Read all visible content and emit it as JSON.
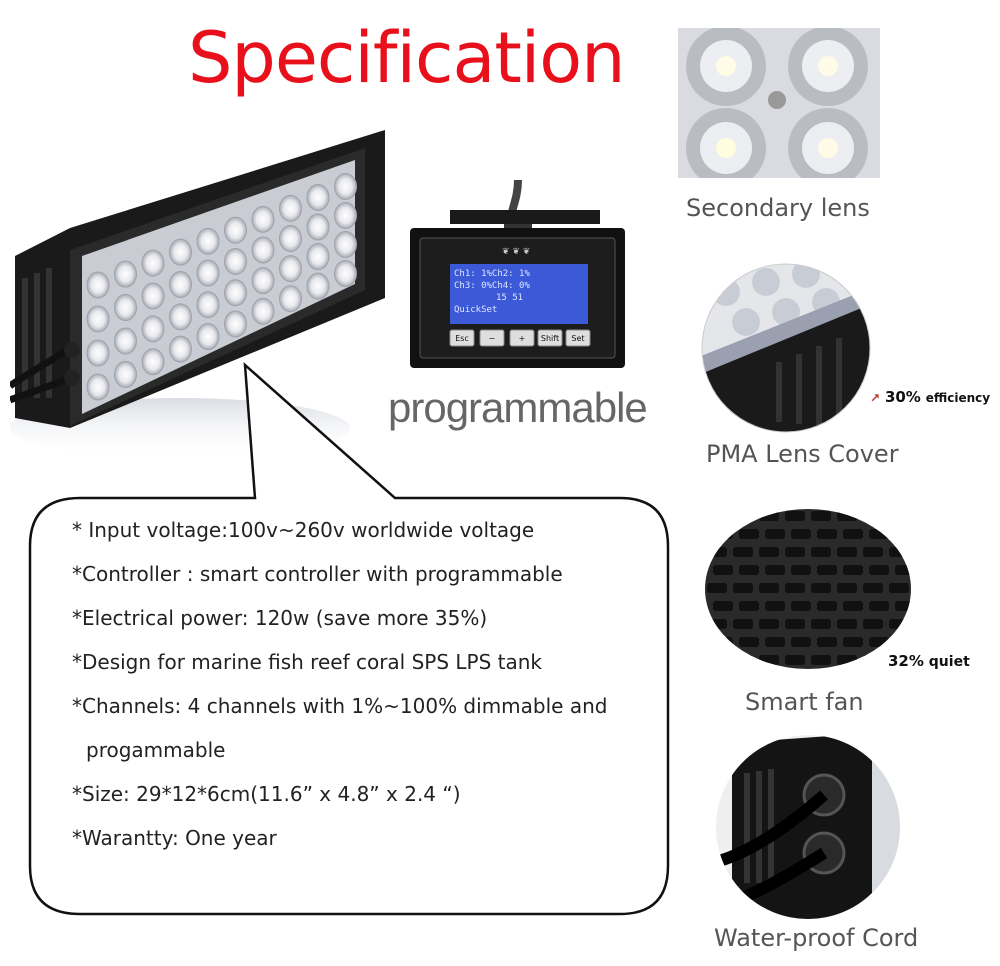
{
  "title": "Specification",
  "controller": {
    "label": "programmable",
    "screen_lines": [
      "Ch1:  1%Ch2:  1%",
      "Ch3:  0%Ch4:  0%",
      "15 51",
      "QuickSet"
    ],
    "buttons": [
      "Esc",
      "−",
      "+",
      "Shift",
      "Set"
    ]
  },
  "features": [
    {
      "label": "Secondary lens",
      "badge": ""
    },
    {
      "label": "PMA Lens Cover",
      "badge": "30% efficiency"
    },
    {
      "label": "Smart fan",
      "badge": "32% quiet"
    },
    {
      "label": "Water-proof Cord",
      "badge": ""
    }
  ],
  "badges": {
    "efficiency_pct": "30%",
    "efficiency_word": "efficiency",
    "quiet_pct": "32%",
    "quiet_word": "quiet"
  },
  "specs": [
    "* Input voltage:100v~260v worldwide voltage",
    "*Controller : smart controller with programmable",
    "*Electrical power: 120w (save more 35%)",
    "*Design for marine fish reef coral SPS LPS tank",
    "*Channels: 4 channels with 1%~100% dimmable and",
    "progammable",
    "*Size: 29*12*6cm(11.6” x 4.8” x 2.4 “)",
    "*Warantty: One year"
  ],
  "colors": {
    "title": "#e8101a",
    "accent": "#c0392b"
  }
}
